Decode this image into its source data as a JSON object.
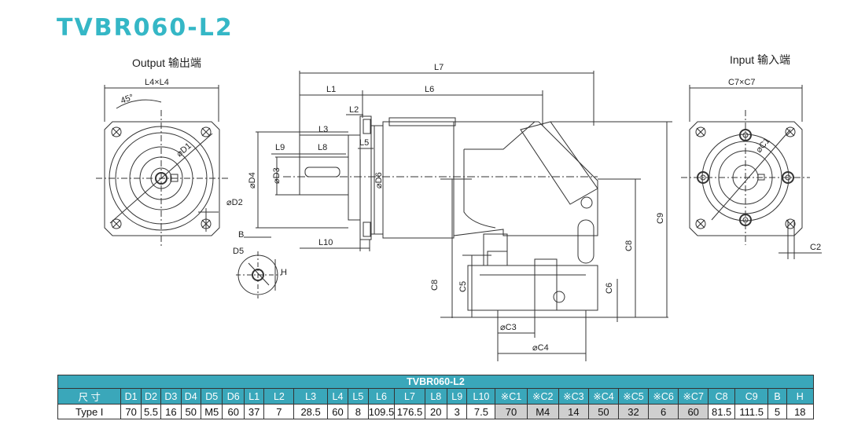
{
  "title": "TVBR060-L2",
  "views": {
    "output_label": "Output  输出端",
    "input_label": "Input  输入端"
  },
  "dims": {
    "L4xL4": "L4×L4",
    "angle": "45°",
    "D1": "⌀D1",
    "D2": "⌀D2",
    "L7": "L7",
    "L1": "L1",
    "L6": "L6",
    "L2": "L2",
    "L3": "L3",
    "L5": "L5",
    "L9": "L9",
    "L8": "L8",
    "D4": "⌀D4",
    "D3": "⌀D3",
    "D6": "⌀D6",
    "L10": "L10",
    "B": "B",
    "D5": "D5",
    "H": "H",
    "C7xC7": "C7×C7",
    "C1": "⌀C1",
    "C2": "C2",
    "C9": "C9",
    "C8": "C8",
    "C5": "C5",
    "C6": "C6",
    "C3": "⌀C3",
    "C4": "⌀C4"
  },
  "table": {
    "title": "TVBR060-L2",
    "headers": [
      "尺 寸",
      "D1",
      "D2",
      "D3",
      "D4",
      "D5",
      "D6",
      "L1",
      "L2",
      "L3",
      "L4",
      "L5",
      "L6",
      "L7",
      "L8",
      "L9",
      "L10",
      "※C1",
      "※C2",
      "※C3",
      "※C4",
      "※C5",
      "※C6",
      "※C7",
      "C8",
      "C9",
      "B",
      "H"
    ],
    "row": [
      "Type I",
      "70",
      "5.5",
      "16",
      "50",
      "M5",
      "60",
      "37",
      "7",
      "28.5",
      "60",
      "8",
      "109.5",
      "176.5",
      "20",
      "3",
      "7.5",
      "70",
      "M4",
      "14",
      "50",
      "32",
      "6",
      "60",
      "81.5",
      "111.5",
      "5",
      "18"
    ],
    "shaded_columns": [
      "※C1",
      "※C2",
      "※C3",
      "※C4",
      "※C5",
      "※C6",
      "※C7"
    ],
    "header_color": "#3aa7ba",
    "shade_color": "#cfcfcf"
  },
  "colors": {
    "title": "#35b7c6",
    "line": "#333333"
  }
}
